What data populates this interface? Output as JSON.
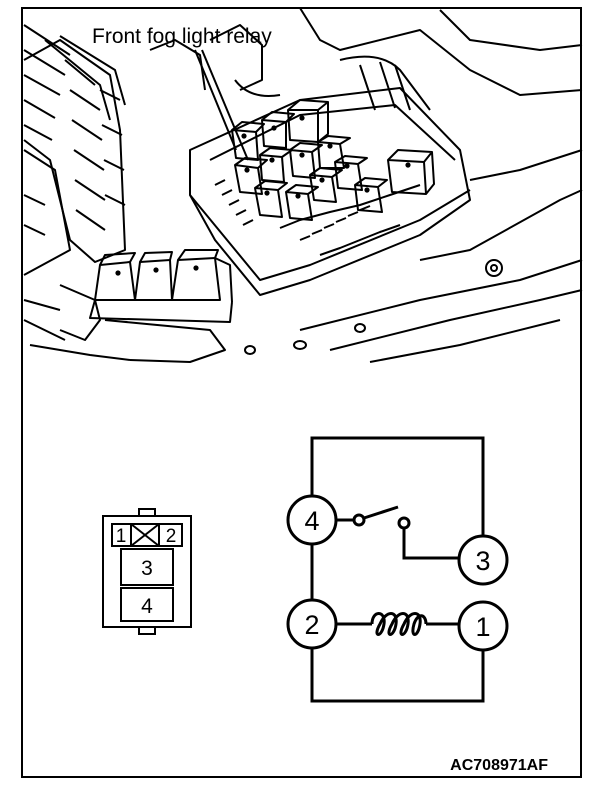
{
  "illustration": {
    "callout_label": "Front fog light relay"
  },
  "connector": {
    "pins": [
      "1",
      "2",
      "3",
      "4"
    ]
  },
  "schematic": {
    "terminals": [
      "4",
      "3",
      "2",
      "1"
    ]
  },
  "figure_code": "AC708971AF",
  "colors": {
    "line": "#000000",
    "background": "#ffffff"
  }
}
